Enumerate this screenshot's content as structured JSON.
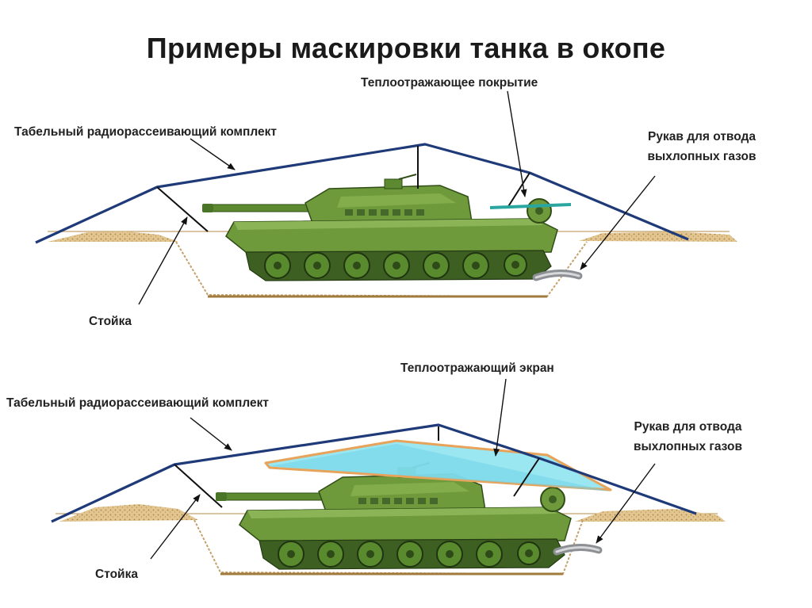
{
  "title": "Примеры маскировки танка в окопе",
  "panel_top": {
    "thermal_coating": "Теплоотражающее покрытие",
    "radio_kit": "Табельный радиорассеивающий комплект",
    "exhaust_line1": "Рукав для отвода",
    "exhaust_line2": "выхлопных газов",
    "post": "Стойка"
  },
  "panel_bottom": {
    "thermal_screen": "Теплоотражающий экран",
    "radio_kit": "Табельный радиорассеивающий комплект",
    "exhaust_line1": "Рукав для отвода",
    "exhaust_line2": "выхлопных газов",
    "post": "Стойка"
  },
  "colors": {
    "net": "#1f3a78",
    "tank_body": "#6f9a3c",
    "tank_dark": "#3f6420",
    "soil": "#c9a56b",
    "screen": "#8fe3ef",
    "coating": "#2aa6a0"
  }
}
